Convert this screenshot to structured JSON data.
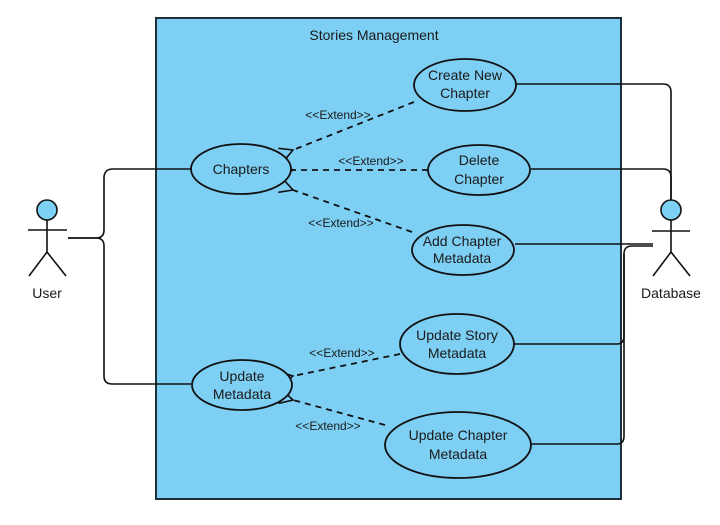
{
  "diagram": {
    "type": "UML use case diagram",
    "colors": {
      "system_fill": "#7dcff4",
      "system_border": "#1f2f3a",
      "usecase_fill": "#7dcff4",
      "line": "#111111",
      "text": "#1a1a1a"
    },
    "system": {
      "title": "Stories Management"
    },
    "actors": [
      {
        "id": "user",
        "name": "User"
      },
      {
        "id": "database",
        "name": "Database"
      }
    ],
    "use_cases": [
      {
        "id": "chapters",
        "lines": [
          "Chapters"
        ]
      },
      {
        "id": "create_new_chapter",
        "lines": [
          "Create New",
          "Chapter"
        ]
      },
      {
        "id": "delete_chapter",
        "lines": [
          "Delete",
          "Chapter"
        ]
      },
      {
        "id": "add_chapter_metadata",
        "lines": [
          "Add Chapter",
          "Metadata"
        ]
      },
      {
        "id": "update_metadata",
        "lines": [
          "Update",
          "Metadata"
        ]
      },
      {
        "id": "update_story_metadata",
        "lines": [
          "Update Story",
          "Metadata"
        ]
      },
      {
        "id": "update_chapter_metadata",
        "lines": [
          "Update Chapter",
          "Metadata"
        ]
      }
    ],
    "extends": [
      {
        "from": "create_new_chapter",
        "to": "chapters",
        "label": "<<Extend>>"
      },
      {
        "from": "delete_chapter",
        "to": "chapters",
        "label": "<<Extend>>"
      },
      {
        "from": "add_chapter_metadata",
        "to": "chapters",
        "label": "<<Extend>>"
      },
      {
        "from": "update_story_metadata",
        "to": "update_metadata",
        "label": "<<Extend>>"
      },
      {
        "from": "update_chapter_metadata",
        "to": "update_metadata",
        "label": "<<Extend>>"
      }
    ],
    "associations": [
      {
        "actor": "user",
        "use_case": "chapters"
      },
      {
        "actor": "user",
        "use_case": "update_metadata"
      },
      {
        "actor": "database",
        "use_case": "create_new_chapter"
      },
      {
        "actor": "database",
        "use_case": "delete_chapter"
      },
      {
        "actor": "database",
        "use_case": "add_chapter_metadata"
      },
      {
        "actor": "database",
        "use_case": "update_story_metadata"
      },
      {
        "actor": "database",
        "use_case": "update_chapter_metadata"
      }
    ]
  }
}
